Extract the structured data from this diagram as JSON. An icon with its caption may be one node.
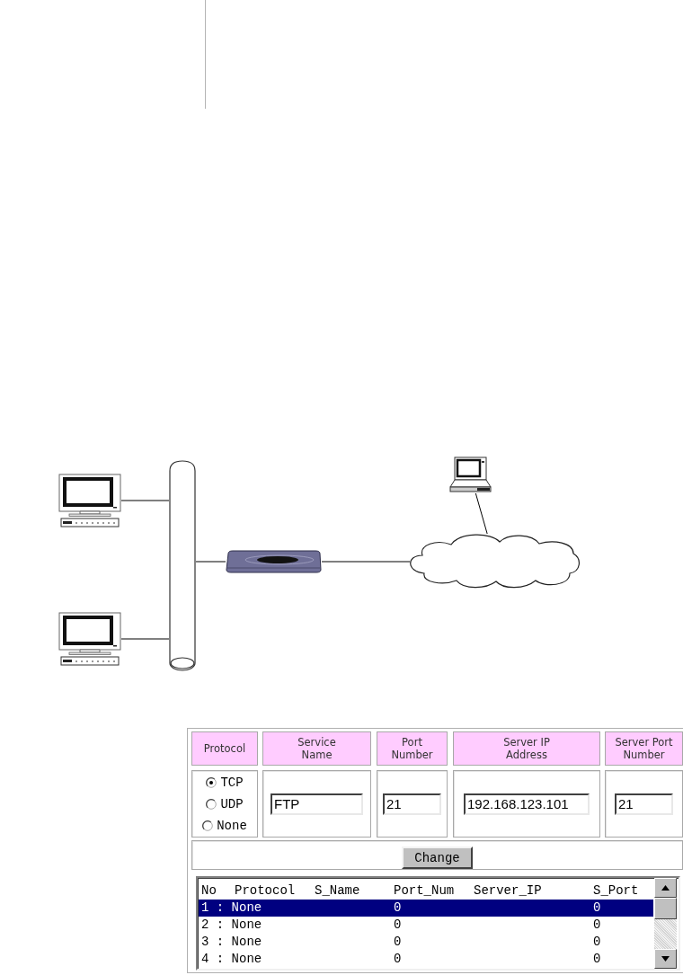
{
  "diagram": {
    "nodes": [
      {
        "text": [],
        "shape": "picture"
      },
      {
        "text": [],
        "shape": "picture"
      },
      {
        "text": [],
        "shape": "cylinder"
      },
      {
        "text": [],
        "shape": "picture"
      },
      {
        "text": [],
        "shape": "cloud"
      },
      {
        "text": [],
        "shape": "picture"
      }
    ],
    "edges": [
      {
        "from": 0,
        "to": 2,
        "arrow": "none"
      },
      {
        "from": 1,
        "to": 2,
        "arrow": "none"
      },
      {
        "from": 2,
        "to": 3,
        "arrow": "none"
      },
      {
        "from": 3,
        "to": 4,
        "arrow": "none"
      },
      {
        "from": 5,
        "to": 4,
        "arrow": "none"
      }
    ],
    "labels": [
      "Protocol",
      "Service Name",
      "Port Number",
      "Server IP Address",
      "Server Port Number",
      "TCP",
      "UDP",
      "None",
      "FTP",
      "21",
      "192.168.123.101",
      "21",
      "Change",
      "No",
      "Protocol",
      "S_Name",
      "Port_Num",
      "Server_IP",
      "S_Port",
      "1 : None",
      "0",
      "0",
      "2 : None",
      "0",
      "0",
      "3 : None",
      "0",
      "0",
      "4 : None",
      "0",
      "0"
    ]
  }
}
